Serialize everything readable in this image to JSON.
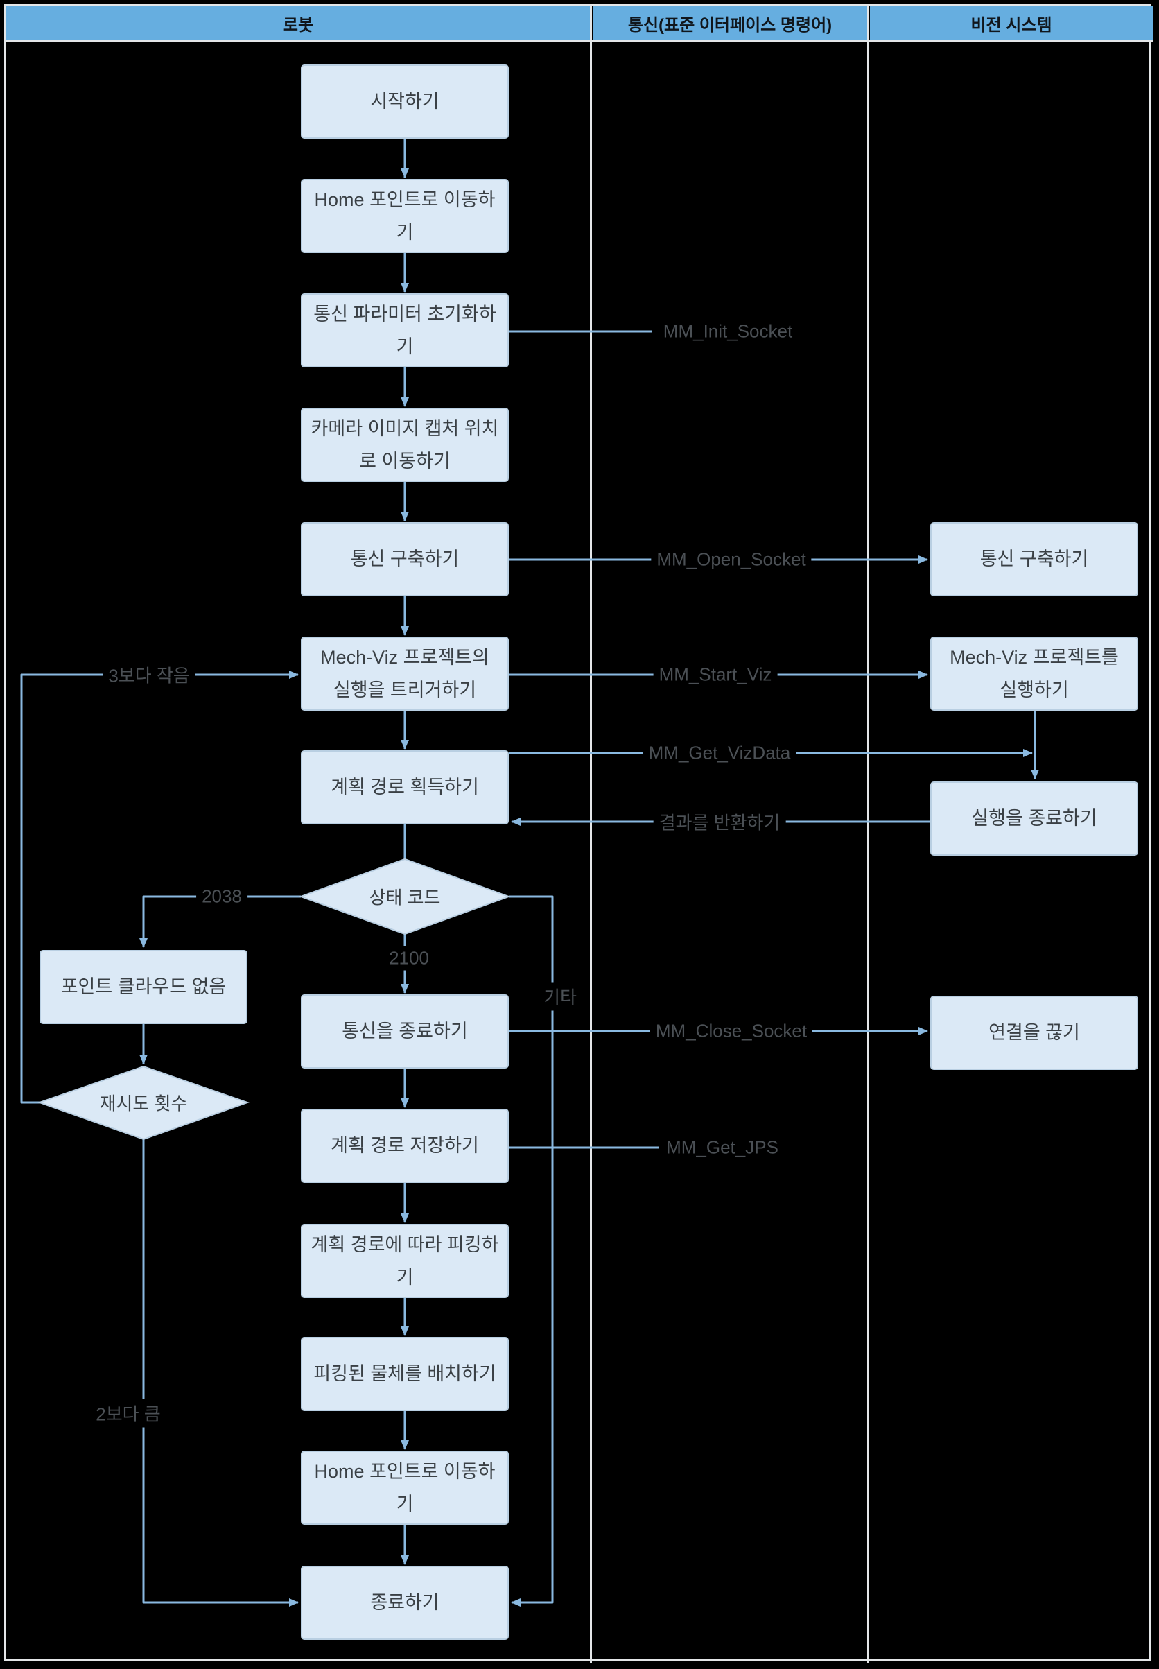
{
  "header": {
    "col_robot": "로봇",
    "col_comm": "통신(표준 이터페이스 명령어)",
    "col_vision": "비전 시스템"
  },
  "nodes": {
    "start": "시작하기",
    "home1": "Home 포인트로 이동하기",
    "init_params": "통신 파라미터 초기화하기",
    "move_capture": "카메라 이미지 캡처 위치로 이동하기",
    "establish_comm": "통신 구축하기",
    "trigger_viz": "Mech-Viz 프로젝트의 실행을 트리거하기",
    "get_path": "계획 경로 획득하기",
    "status_code": "상태 코드",
    "no_cloud": "포인트 클라우드 없음",
    "retry_count": "재시도 횟수",
    "close_comm": "통신을 종료하기",
    "save_path": "계획 경로 저장하기",
    "pick": "계획 경로에 따라 피킹하기",
    "place": "피킹된 물체를 배치하기",
    "home2": "Home 포인트로 이동하기",
    "end": "종료하기"
  },
  "vision_nodes": {
    "establish_comm": "통신 구축하기",
    "run_viz": "Mech-Viz 프로젝트를 실행하기",
    "end_exec": "실행을 종료하기",
    "disconnect": "연결을 끊기"
  },
  "edge_labels": {
    "mm_init_socket": "MM_Init_Socket",
    "mm_open_socket": "MM_Open_Socket",
    "mm_start_viz": "MM_Start_Viz",
    "mm_get_vizdata": "MM_Get_VizData",
    "return_result": "결과를 반환하기",
    "mm_close_socket": "MM_Close_Socket",
    "mm_get_jps": "MM_Get_JPS",
    "less_than_3": "3보다 작음",
    "code_2038": "2038",
    "code_2100": "2100",
    "other": "기타",
    "greater_than_2": "2보다 큼"
  },
  "colors": {
    "background": "#000000",
    "header_bg": "#66AEE0",
    "node_fill": "#DBE9F6",
    "node_border": "#B9CFE2",
    "edge_blue": "#8AB9E0",
    "label_gray": "#4B5055",
    "node_text": "#3A4045",
    "divider": "#E4E6E8"
  }
}
